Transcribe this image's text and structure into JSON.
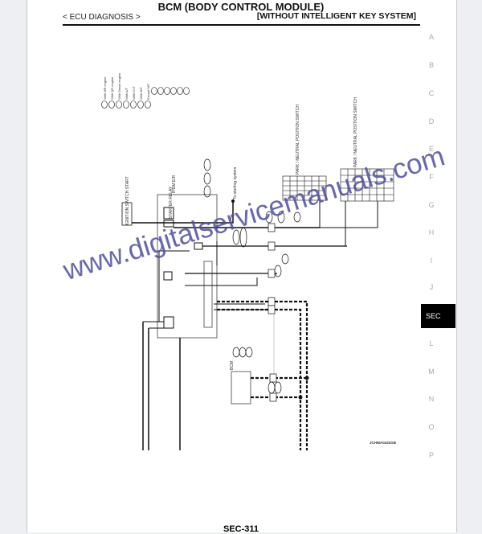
{
  "header": {
    "title": "BCM (BODY CONTROL MODULE)",
    "breadcrumb": "< ECU DIAGNOSIS >",
    "subtitle": "[WITHOUT INTELLIGENT KEY SYSTEM]"
  },
  "side_index": {
    "letters": [
      "A",
      "B",
      "C",
      "D",
      "E",
      "F",
      "G",
      "H",
      "I",
      "J",
      "SEC",
      "L",
      "M",
      "N",
      "O",
      "P"
    ],
    "active": "SEC"
  },
  "diagram": {
    "legend": [
      "With MR engine",
      "With QR engine",
      "With Diesel engine",
      "With A/T",
      "With CVT",
      "With M/T",
      "Except M/T"
    ],
    "labels": {
      "ignition_switch": "IGNITION SWITCH START",
      "starter_relay": "STARTER RELAY",
      "to_starting_system": "To starting system",
      "ipdm": "IPDM E/R",
      "bcm": "BCM",
      "park_neutral_1": "PARK / NEUTRAL POSITION SWITCH",
      "park_neutral_2": "PARK / NEUTRAL POSITION SWITCH",
      "diagram_code": "JCHWA0433GB"
    }
  },
  "watermark": "www.digitalservicemanuals.com",
  "footer": {
    "page_number": "SEC-311"
  }
}
